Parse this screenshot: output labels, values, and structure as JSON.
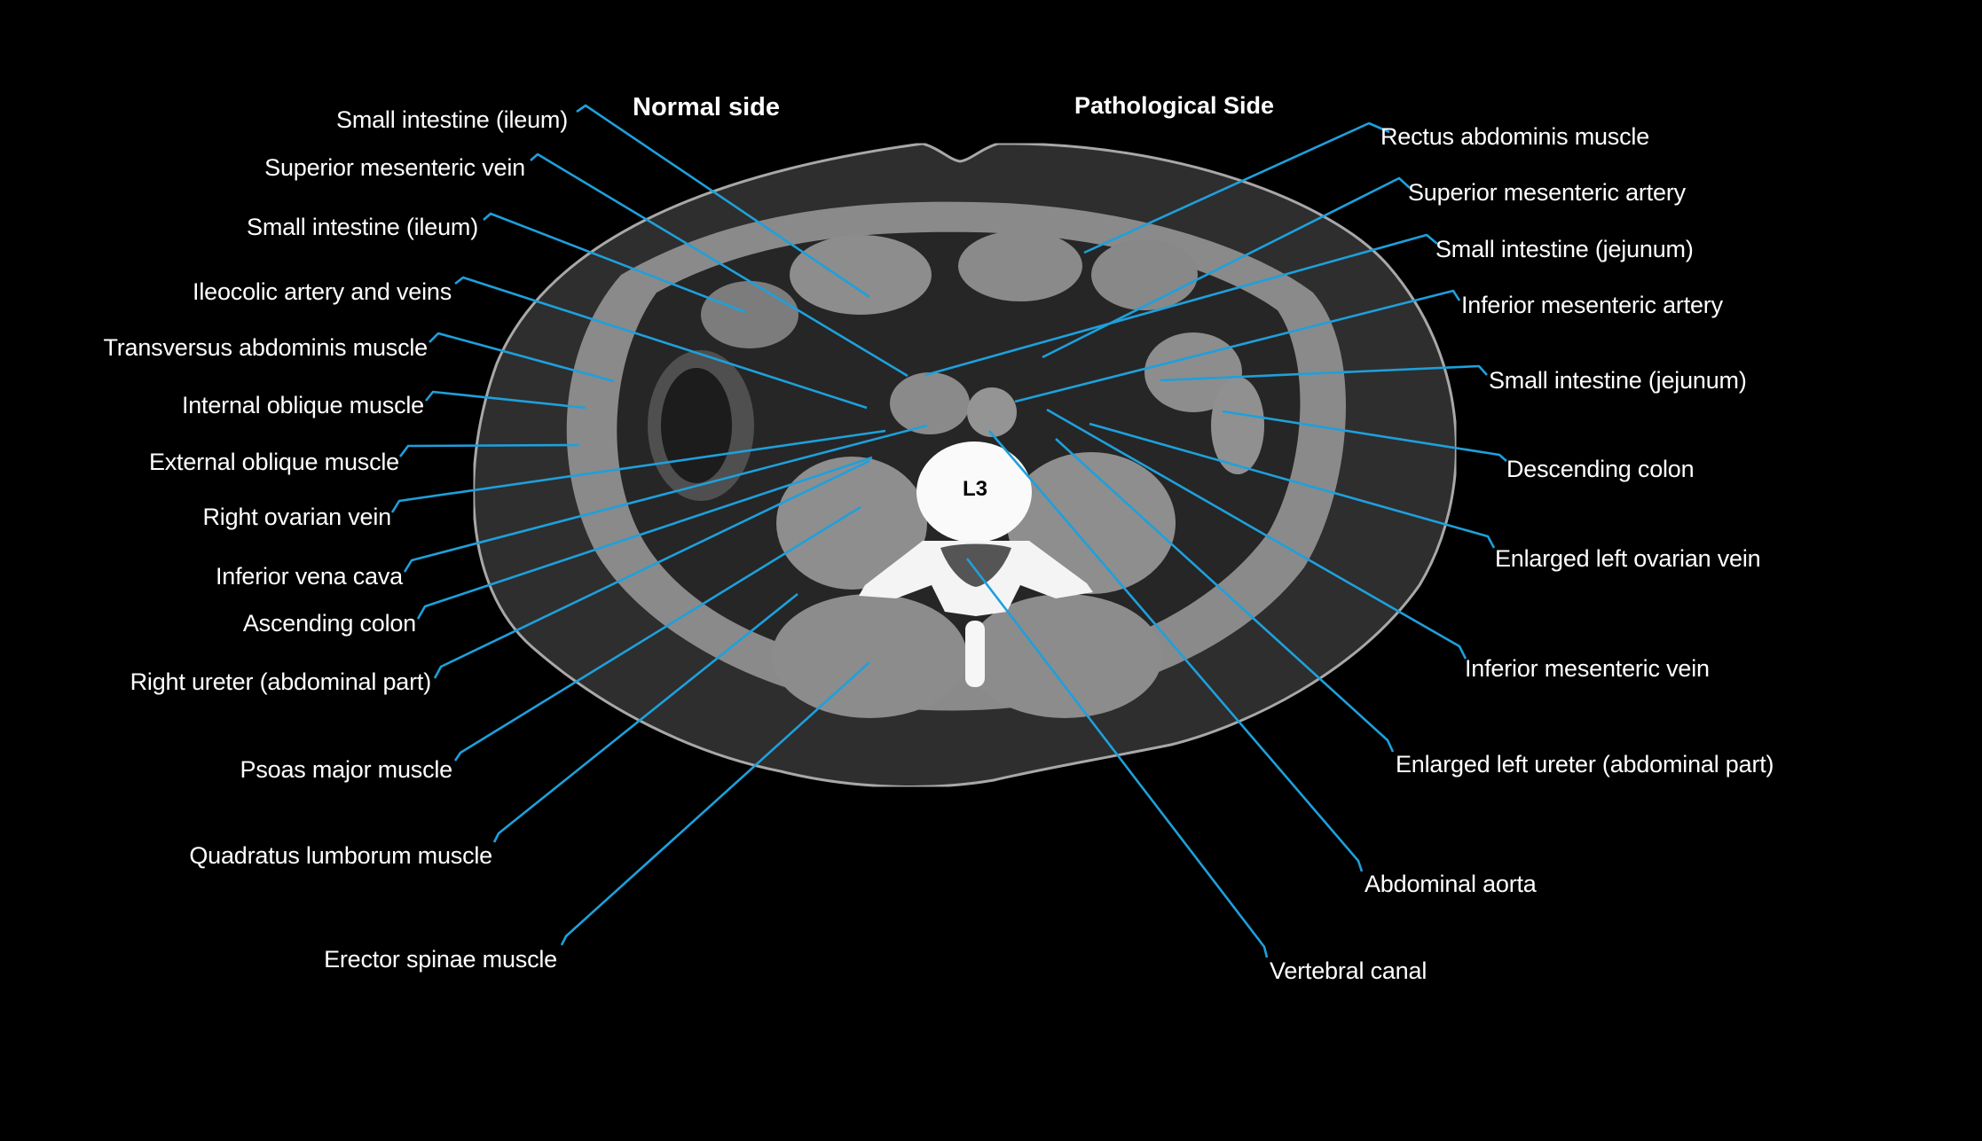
{
  "headings": {
    "normal_side": "Normal side",
    "pathological_side": "Pathological Side"
  },
  "vertebra_label": "L3",
  "colors": {
    "leader_line": "#1ea0dc",
    "background": "#000000",
    "label_text": "#ffffff"
  },
  "labels_left": [
    {
      "text": "Small intestine (ileum)"
    },
    {
      "text": "Superior mesenteric vein"
    },
    {
      "text": "Small intestine (ileum)"
    },
    {
      "text": "Ileocolic artery and veins"
    },
    {
      "text": "Transversus abdominis muscle"
    },
    {
      "text": "Internal oblique muscle"
    },
    {
      "text": "External oblique muscle"
    },
    {
      "text": "Right ovarian vein"
    },
    {
      "text": "Inferior vena cava"
    },
    {
      "text": "Ascending colon"
    },
    {
      "text": "Right ureter (abdominal part)"
    },
    {
      "text": "Psoas major muscle"
    },
    {
      "text": "Quadratus lumborum muscle"
    },
    {
      "text": "Erector spinae muscle"
    }
  ],
  "labels_right": [
    {
      "text": "Rectus abdominis muscle"
    },
    {
      "text": "Superior mesenteric artery"
    },
    {
      "text": "Small intestine (jejunum)"
    },
    {
      "text": "Inferior mesenteric artery"
    },
    {
      "text": "Small intestine (jejunum)"
    },
    {
      "text": "Descending colon"
    },
    {
      "text": "Enlarged left ovarian vein"
    },
    {
      "text": "Inferior mesenteric vein"
    },
    {
      "text": "Enlarged left ureter (abdominal part)"
    },
    {
      "text": "Abdominal aorta"
    },
    {
      "text": "Vertebral canal"
    }
  ]
}
